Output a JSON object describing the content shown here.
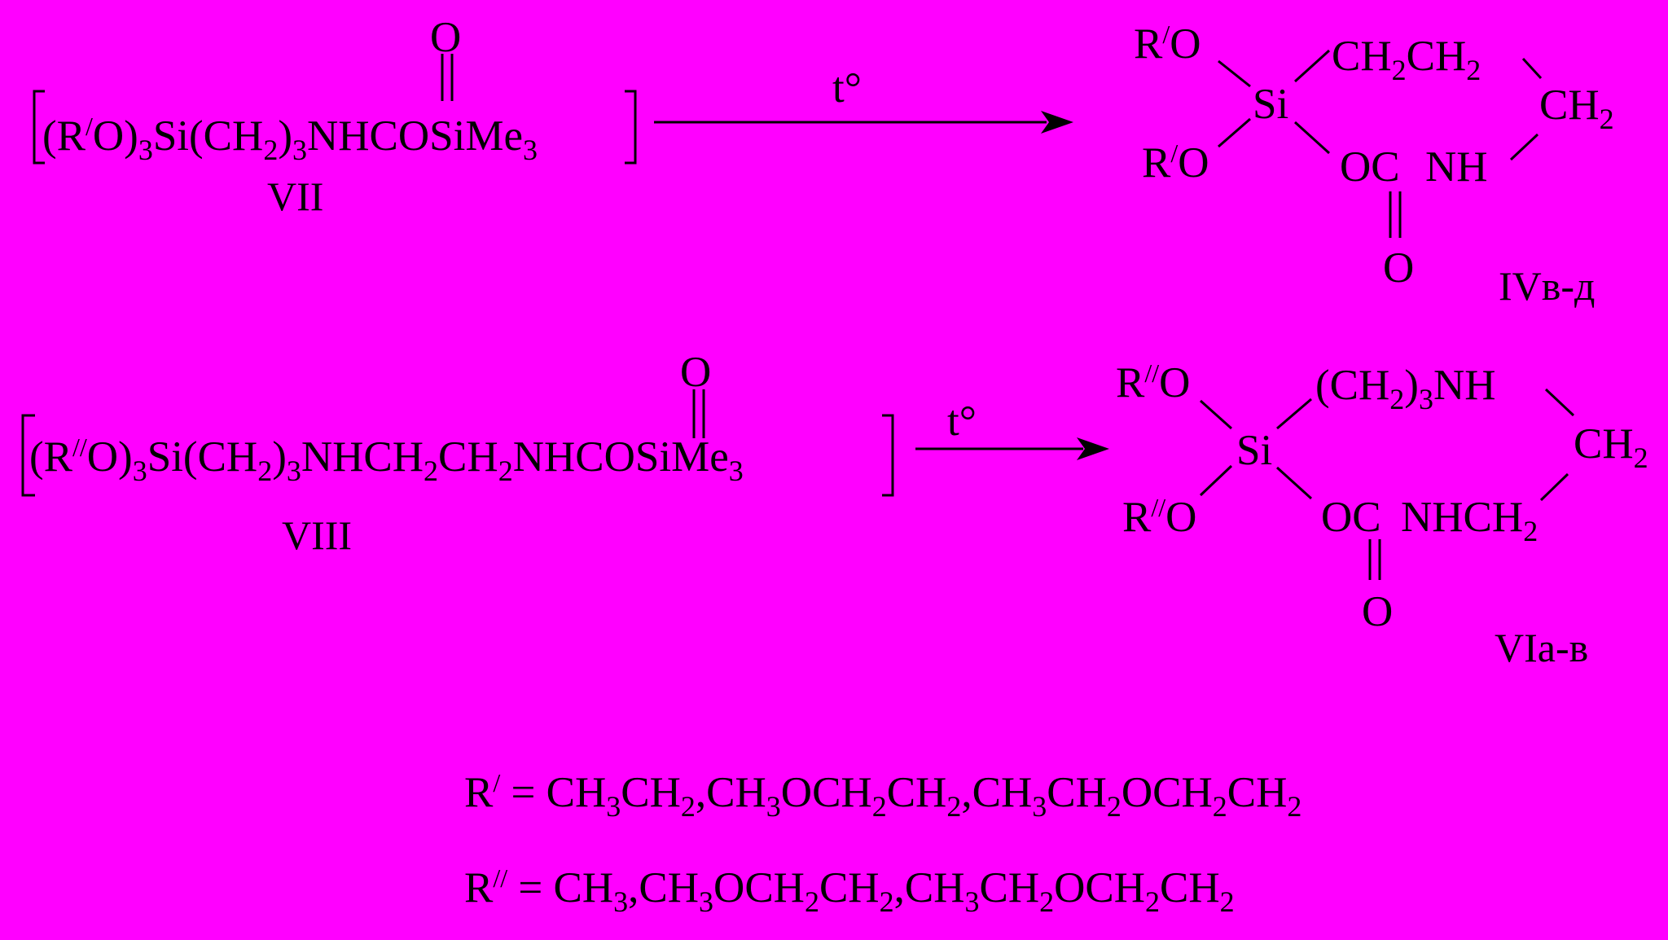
{
  "colors": {
    "background": "#ff00ff",
    "ink": "#000000"
  },
  "reaction1": {
    "reactant": {
      "pre": "(R",
      "prime": "/",
      "o": "O)",
      "sub3": "3",
      "si_ch": "Si(CH",
      "sub2": "2",
      "close": ")",
      "sub3b": "3",
      "nhco": "NHCOSiMe",
      "sub3c": "3",
      "carbonyl_o": "O"
    },
    "reactant_label": "VII",
    "condition": "t°",
    "product": {
      "ro_top": "R",
      "ro_top_prime": "/",
      "ro_top_o": "O",
      "ro_bot": "R",
      "ro_bot_prime": "/",
      "ro_bot_o": "O",
      "si": "Si",
      "ch2ch2_a": "CH",
      "ch2ch2_s1": "2",
      "ch2ch2_b": "CH",
      "ch2ch2_s2": "2",
      "ch2_a": "CH",
      "ch2_s": "2",
      "oc": "OC",
      "nh": "NH",
      "carbonyl_o": "O"
    },
    "product_label": "IVв-д"
  },
  "reaction2": {
    "reactant": {
      "pre": "(R",
      "prime": "//",
      "o": "O)",
      "sub3": "3",
      "si_ch": "Si(CH",
      "sub2": "2",
      "close": ")",
      "sub3b": "3",
      "nhch": "NHCH",
      "sub2b": "2",
      "ch": "CH",
      "sub2c": "2",
      "nhco": "NHCOSiMe",
      "sub3c": "3",
      "carbonyl_o": "O"
    },
    "reactant_label": "VIII",
    "condition": "t°",
    "product": {
      "ro_top": "R",
      "ro_top_prime": "//",
      "ro_top_o": "O",
      "ro_bot": "R",
      "ro_bot_prime": "//",
      "ro_bot_o": "O",
      "si": "Si",
      "chain_a": "(CH",
      "chain_s": "2",
      "chain_b": ")",
      "chain_s2": "3",
      "chain_c": "NH",
      "ch2_a": "CH",
      "ch2_s": "2",
      "oc": "OC",
      "nhch2_a": "NHCH",
      "nhch2_s": "2",
      "carbonyl_o": "O"
    },
    "product_label": "VIa-в"
  },
  "definitions": {
    "r1": {
      "r": "R",
      "prime": "/",
      "eq": " = CH",
      "s1": "3",
      "a": "CH",
      "s2": "2",
      "b": ",CH",
      "s3": "3",
      "c": "OCH",
      "s4": "2",
      "d": "CH",
      "s5": "2",
      "e": ",CH",
      "s6": "3",
      "f": "CH",
      "s7": "2",
      "g": "OCH",
      "s8": "2",
      "h": "CH",
      "s9": "2"
    },
    "r2": {
      "r": "R",
      "prime": "//",
      "eq": " = CH",
      "s1": "3",
      "a": ",CH",
      "s2": "3",
      "b": "OCH",
      "s3": "2",
      "c": "CH",
      "s4": "2",
      "d": ",CH",
      "s5": "3",
      "e": "CH",
      "s6": "2",
      "f": "OCH",
      "s7": "2",
      "g": "CH",
      "s8": "2"
    }
  }
}
